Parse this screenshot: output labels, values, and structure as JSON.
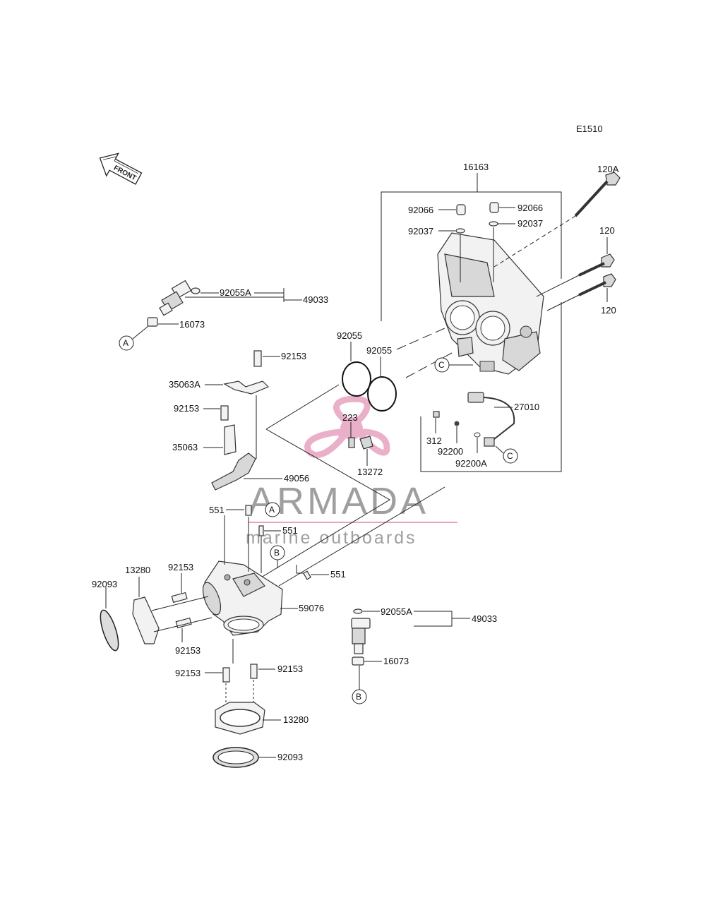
{
  "diagram_code": "E1510",
  "front_label": "FRONT",
  "callouts": {
    "a": "A",
    "b": "B",
    "c": "C"
  },
  "parts": {
    "p16163": "16163",
    "p120A": "120A",
    "p120_top": "120",
    "p120_bot": "120",
    "p92066_left": "92066",
    "p92066_right": "92066",
    "p92037_left": "92037",
    "p92037_right": "92037",
    "p92055A_top": "92055A",
    "p49033_top": "49033",
    "p16073_top": "16073",
    "p92055_left": "92055",
    "p92055_right": "92055",
    "p92153_a": "92153",
    "p35063A": "35063A",
    "p92153_b": "92153",
    "p35063": "35063",
    "p223": "223",
    "p13272": "13272",
    "p27010": "27010",
    "p312": "312",
    "p92200": "92200",
    "p92200A": "92200A",
    "p49056": "49056",
    "p551_a": "551",
    "p551_b": "551",
    "p551_c": "551",
    "p13280_left": "13280",
    "p92153_c": "92153",
    "p92093_left": "92093",
    "p92153_d": "92153",
    "p59076": "59076",
    "p92055A_bot": "92055A",
    "p49033_bot": "49033",
    "p16073_bot": "16073",
    "p92153_e": "92153",
    "p92153_f": "92153",
    "p13280_bot": "13280",
    "p92093_bot": "92093"
  },
  "watermark": {
    "brand": "ARMADA",
    "tagline": "marine outboards",
    "accent_color": "#e8a3c0"
  }
}
